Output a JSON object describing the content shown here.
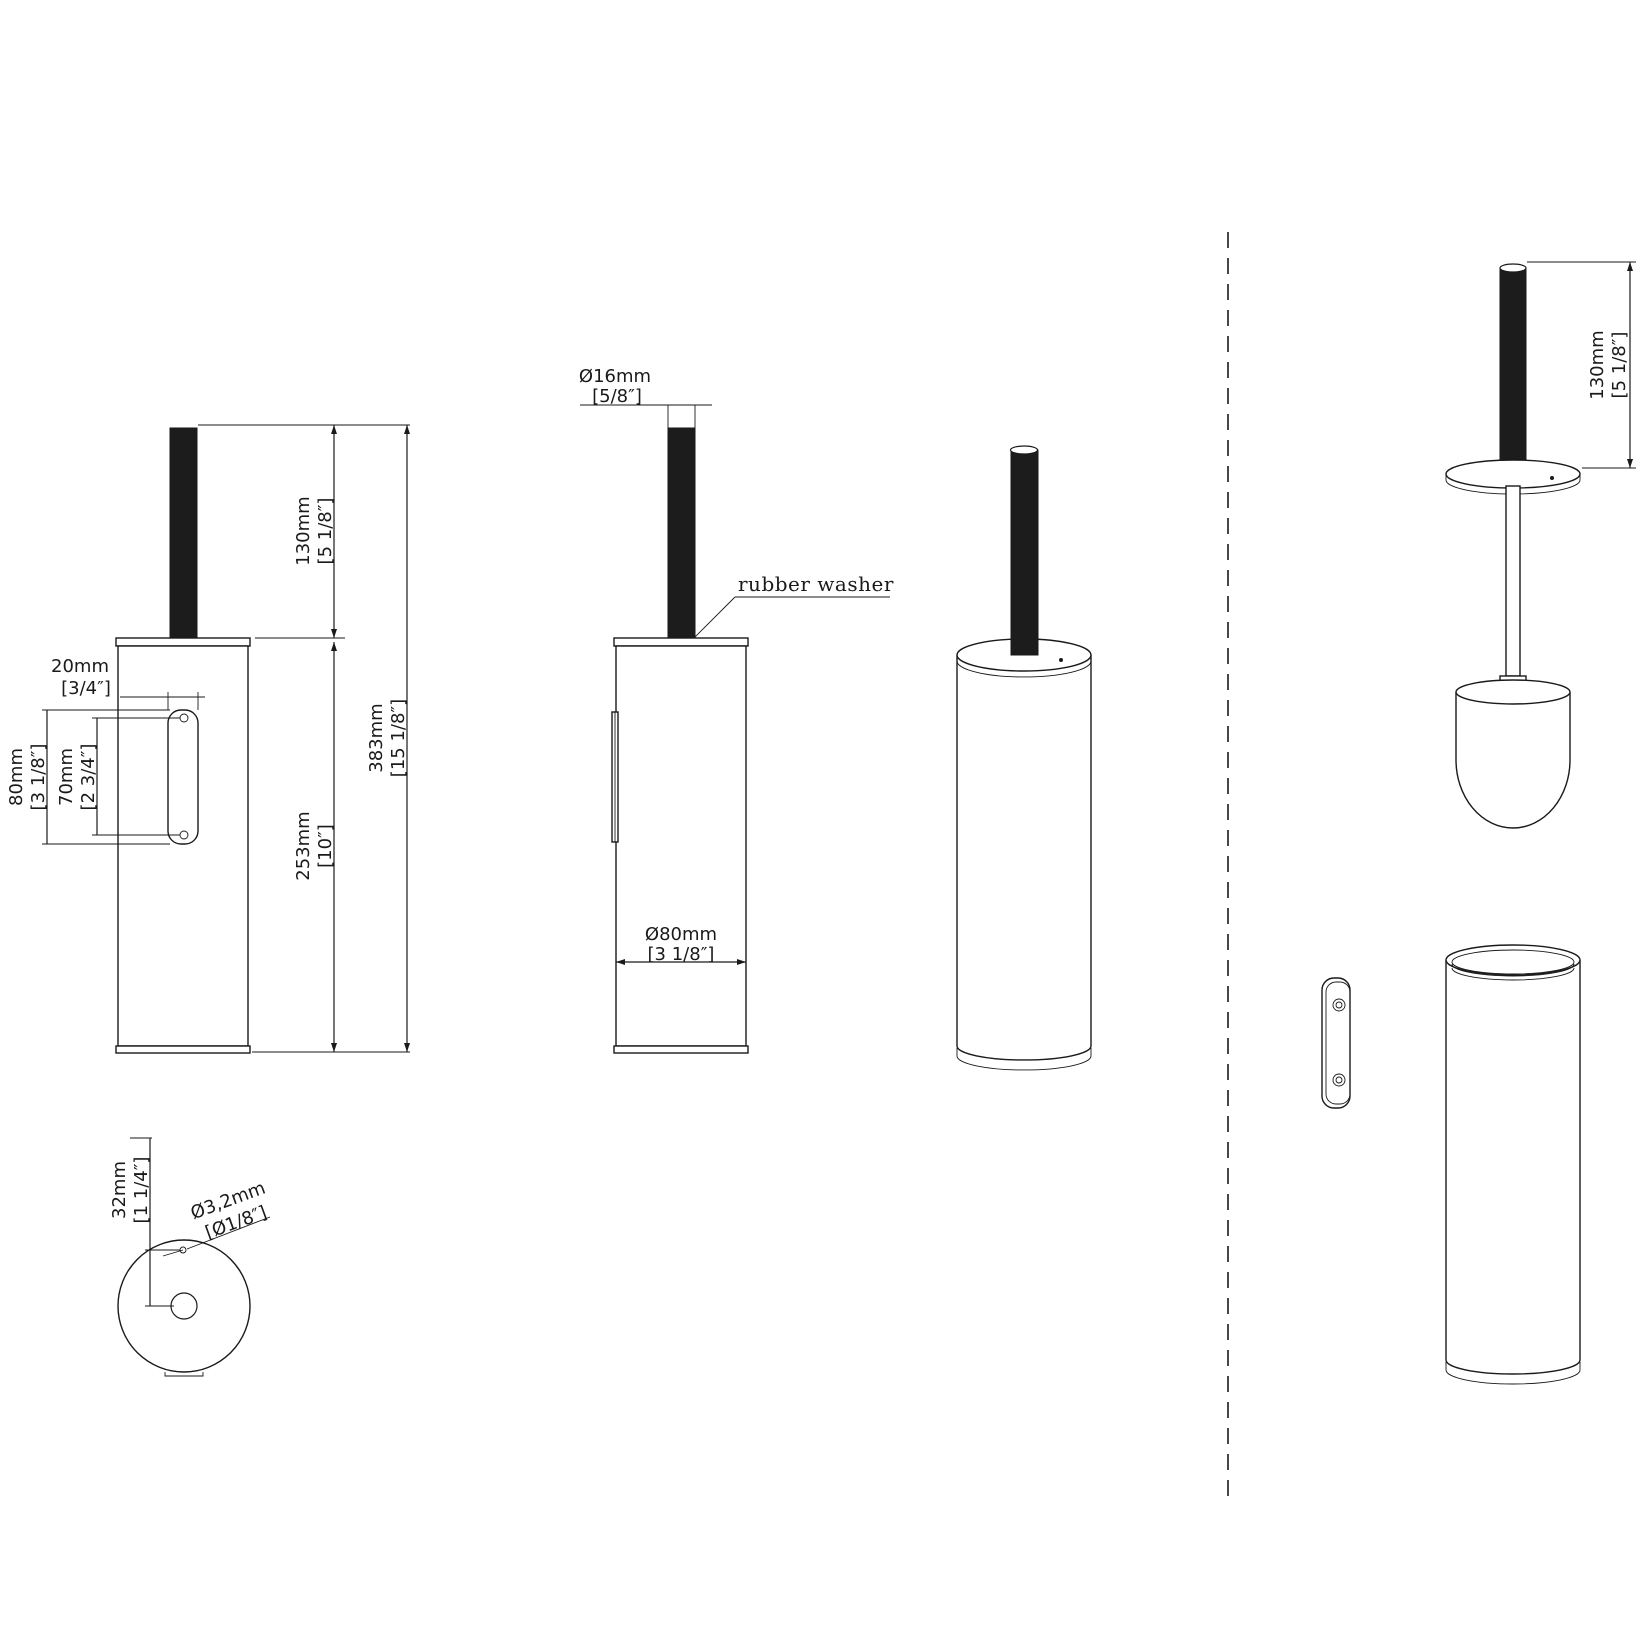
{
  "colors": {
    "line": "#1a1a1a",
    "handle": "#1c1c1c",
    "background": "#ffffff"
  },
  "side_view": {
    "handle_height": {
      "mm": "130mm",
      "inch": "[5 1/8″]"
    },
    "body_height": {
      "mm": "253mm",
      "inch": "[10″]"
    },
    "total_height": {
      "mm": "383mm",
      "inch": "[15 1/8″]"
    },
    "bracket_width": {
      "mm": "20mm",
      "inch": "[3/4″]"
    },
    "bracket_height": {
      "mm": "80mm",
      "inch": "[3 1/8″]"
    },
    "hole_spacing": {
      "mm": "70mm",
      "inch": "[2 3/4″]"
    }
  },
  "front_view": {
    "handle_diameter": {
      "mm": "Ø16mm",
      "inch": "[5/8″]"
    },
    "washer_label": "rubber washer",
    "body_diameter": {
      "mm": "Ø80mm",
      "inch": "[3 1/8″]"
    }
  },
  "top_view": {
    "hole_offset": {
      "mm": "32mm",
      "inch": "[1 1/4″]"
    },
    "hole_diameter": {
      "mm": "Ø3,2mm",
      "inch": "[Ø1/8″]"
    }
  },
  "exploded_view": {
    "handle_height": {
      "mm": "130mm",
      "inch": "[5 1/8″]"
    }
  }
}
